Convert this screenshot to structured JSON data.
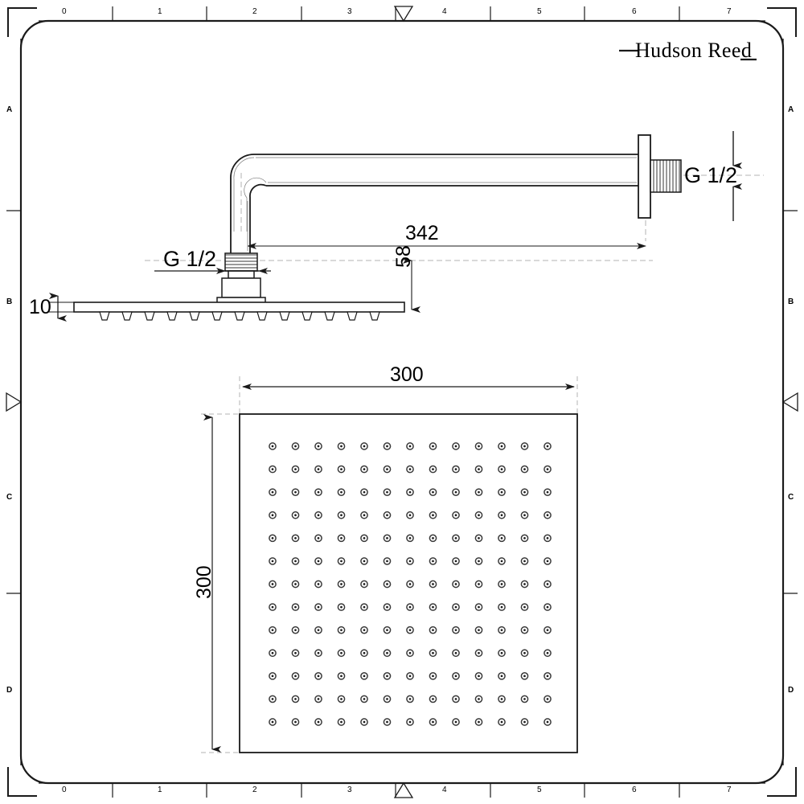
{
  "document": {
    "type": "technical-drawing",
    "subject": "Wall mounted square rainfall shower head with arm",
    "brand": "Hudson Reed",
    "units": "mm"
  },
  "brand": {
    "logo_text": "Hudson Reed"
  },
  "rulers": {
    "top": {
      "labels": [
        "0",
        "1",
        "2",
        "3",
        "4",
        "5",
        "6",
        "7"
      ],
      "marker": "triangle-down"
    },
    "bottom": {
      "labels": [
        "0",
        "1",
        "2",
        "3",
        "4",
        "5",
        "6",
        "7"
      ],
      "marker": "triangle-up"
    },
    "left": {
      "labels": [
        "A",
        "B",
        "C",
        "D"
      ],
      "marker": "triangle-right"
    },
    "right": {
      "labels": [
        "A",
        "B",
        "C",
        "D"
      ],
      "marker": "triangle-left"
    }
  },
  "dimensions": {
    "arm_projection": "342",
    "head_drop": "58",
    "head_thickness": "10",
    "head_width": "300",
    "head_depth": "300",
    "inlet_thread": "G 1/2",
    "outlet_thread": "G 1/2"
  },
  "views": {
    "side": {
      "name": "side-elevation",
      "nozzle_count": 13
    },
    "plan": {
      "name": "plan-view",
      "nozzle_columns": 13,
      "nozzle_rows": 13
    }
  },
  "colors": {
    "line": "#1a1a1a",
    "thin": "#555555",
    "dashed": "#b3b3b3",
    "hatch": "#6e6e6e",
    "background": "#ffffff"
  }
}
